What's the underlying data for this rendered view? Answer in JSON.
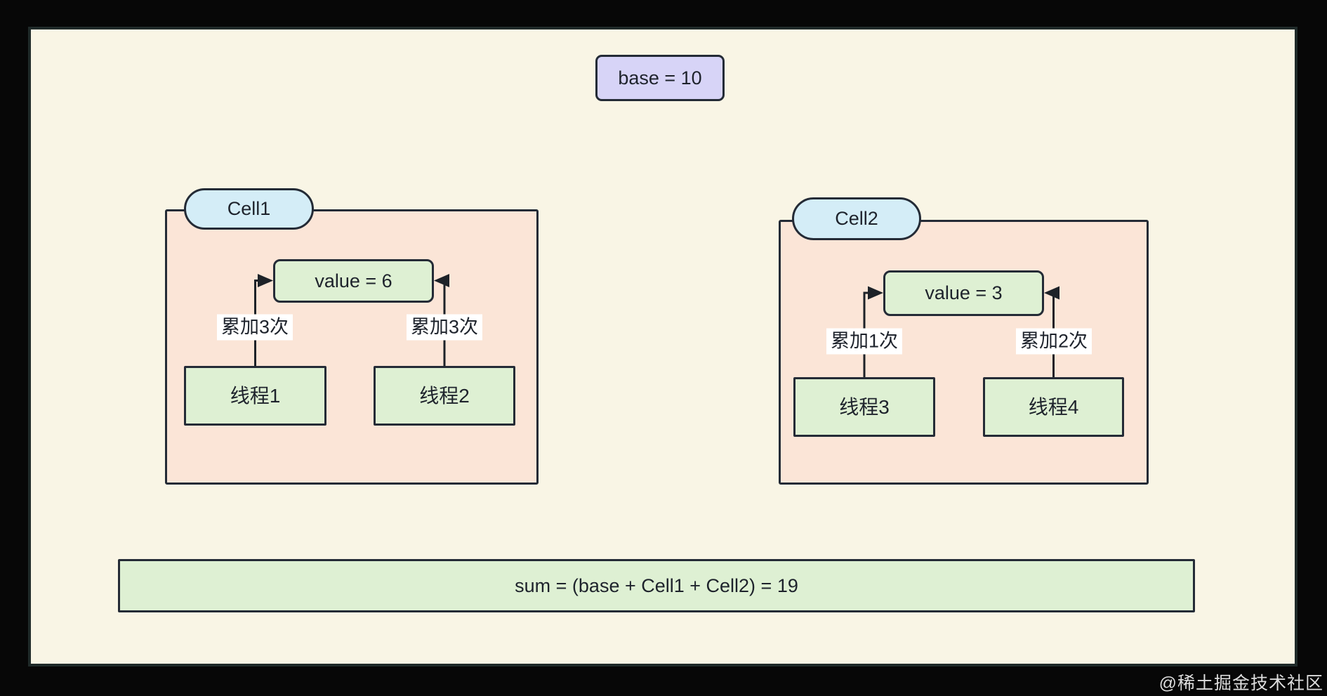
{
  "diagram": {
    "title_node": {
      "label": "base = 10"
    },
    "cells": [
      {
        "name": "Cell1",
        "value_label": "value = 6",
        "threads": [
          {
            "label": "线程1",
            "annotation": "累加3次"
          },
          {
            "label": "线程2",
            "annotation": "累加3次"
          }
        ]
      },
      {
        "name": "Cell2",
        "value_label": "value = 3",
        "threads": [
          {
            "label": "线程3",
            "annotation": "累加1次"
          },
          {
            "label": "线程4",
            "annotation": "累加2次"
          }
        ]
      }
    ],
    "sum_label": "sum = (base + Cell1 + Cell2) = 19"
  },
  "watermark": "@稀土掘金技术社区",
  "colors": {
    "outer_bg": "#070707",
    "panel_bg": "#f9f5e5",
    "panel_border": "#1f2a29",
    "container_fill": "#fbe5d7",
    "stroke": "#242b36",
    "node_green": "#def0d3",
    "node_blue": "#d4edf7",
    "node_purple": "#d7d4f7",
    "chip_bg": "#ffffff",
    "text": "#1e232c",
    "line": "#1d2228",
    "watermark": "#dddddd"
  }
}
